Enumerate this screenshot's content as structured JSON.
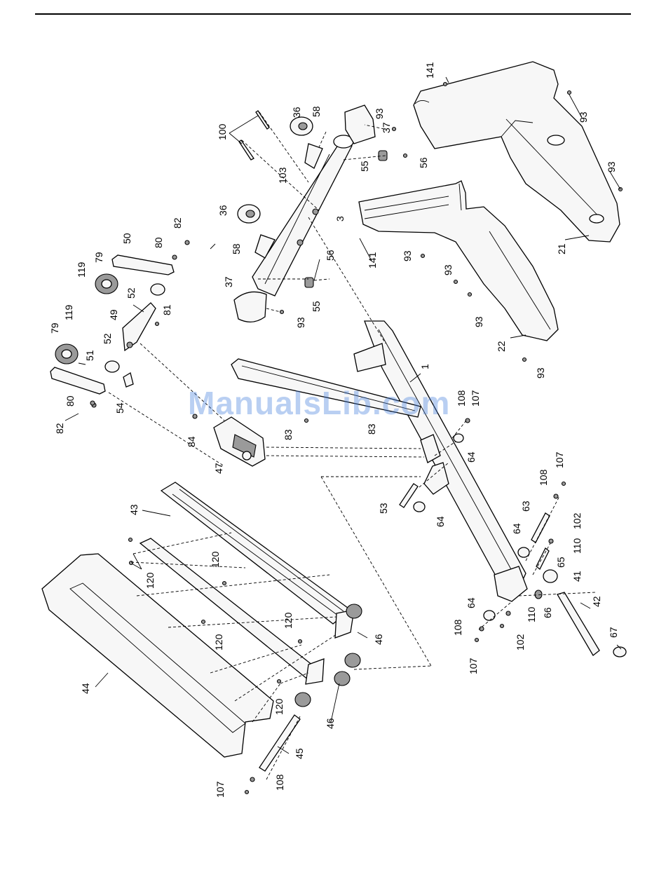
{
  "watermark": "ManualsLib.com",
  "callouts": [
    {
      "id": "c100",
      "text": "100"
    },
    {
      "id": "c36a",
      "text": "36"
    },
    {
      "id": "c58a",
      "text": "58"
    },
    {
      "id": "c93a",
      "text": "93"
    },
    {
      "id": "c37a",
      "text": "37"
    },
    {
      "id": "c55a",
      "text": "55"
    },
    {
      "id": "c56a",
      "text": "56"
    },
    {
      "id": "c103",
      "text": "103"
    },
    {
      "id": "c36b",
      "text": "36"
    },
    {
      "id": "c3",
      "text": "3"
    },
    {
      "id": "c58b",
      "text": "58"
    },
    {
      "id": "c56b",
      "text": "56"
    },
    {
      "id": "c37b",
      "text": "37"
    },
    {
      "id": "c55b",
      "text": "55"
    },
    {
      "id": "c93b",
      "text": "93"
    },
    {
      "id": "c141a",
      "text": "141"
    },
    {
      "id": "c93c",
      "text": "93"
    },
    {
      "id": "c93d",
      "text": "93"
    },
    {
      "id": "c21",
      "text": "21"
    },
    {
      "id": "c141b",
      "text": "141"
    },
    {
      "id": "c93e",
      "text": "93"
    },
    {
      "id": "c93f",
      "text": "93"
    },
    {
      "id": "c93g",
      "text": "93"
    },
    {
      "id": "c22",
      "text": "22"
    },
    {
      "id": "c93h",
      "text": "93"
    },
    {
      "id": "c82a",
      "text": "82"
    },
    {
      "id": "c50",
      "text": "50"
    },
    {
      "id": "c80a",
      "text": "80"
    },
    {
      "id": "c79a",
      "text": "79"
    },
    {
      "id": "c119a",
      "text": "119"
    },
    {
      "id": "c52a",
      "text": "52"
    },
    {
      "id": "c81",
      "text": "81"
    },
    {
      "id": "c49",
      "text": "49"
    },
    {
      "id": "c119b",
      "text": "119"
    },
    {
      "id": "c79b",
      "text": "79"
    },
    {
      "id": "c52b",
      "text": "52"
    },
    {
      "id": "c51",
      "text": "51"
    },
    {
      "id": "c80b",
      "text": "80"
    },
    {
      "id": "c54",
      "text": "54"
    },
    {
      "id": "c82b",
      "text": "82"
    },
    {
      "id": "c84",
      "text": "84"
    },
    {
      "id": "c47",
      "text": "47"
    },
    {
      "id": "c83a",
      "text": "83"
    },
    {
      "id": "c83b",
      "text": "83"
    },
    {
      "id": "c1",
      "text": "1"
    },
    {
      "id": "c107a",
      "text": "107"
    },
    {
      "id": "c108a",
      "text": "108"
    },
    {
      "id": "c64a",
      "text": "64"
    },
    {
      "id": "c53",
      "text": "53"
    },
    {
      "id": "c64b",
      "text": "64"
    },
    {
      "id": "c43",
      "text": "43"
    },
    {
      "id": "c120a",
      "text": "120"
    },
    {
      "id": "c120b",
      "text": "120"
    },
    {
      "id": "c120c",
      "text": "120"
    },
    {
      "id": "c120d",
      "text": "120"
    },
    {
      "id": "c120e",
      "text": "120"
    },
    {
      "id": "c44",
      "text": "44"
    },
    {
      "id": "c46a",
      "text": "46"
    },
    {
      "id": "c46b",
      "text": "46"
    },
    {
      "id": "c45",
      "text": "45"
    },
    {
      "id": "c107b",
      "text": "107"
    },
    {
      "id": "c108b",
      "text": "108"
    },
    {
      "id": "c107c",
      "text": "107"
    },
    {
      "id": "c108c",
      "text": "108"
    },
    {
      "id": "c63",
      "text": "63"
    },
    {
      "id": "c102a",
      "text": "102"
    },
    {
      "id": "c64c",
      "text": "64"
    },
    {
      "id": "c110a",
      "text": "110"
    },
    {
      "id": "c65",
      "text": "65"
    },
    {
      "id": "c41",
      "text": "41"
    },
    {
      "id": "c64d",
      "text": "64"
    },
    {
      "id": "c110b",
      "text": "110"
    },
    {
      "id": "c66",
      "text": "66"
    },
    {
      "id": "c42",
      "text": "42"
    },
    {
      "id": "c108d",
      "text": "108"
    },
    {
      "id": "c102b",
      "text": "102"
    },
    {
      "id": "c107d",
      "text": "107"
    },
    {
      "id": "c67",
      "text": "67"
    }
  ]
}
